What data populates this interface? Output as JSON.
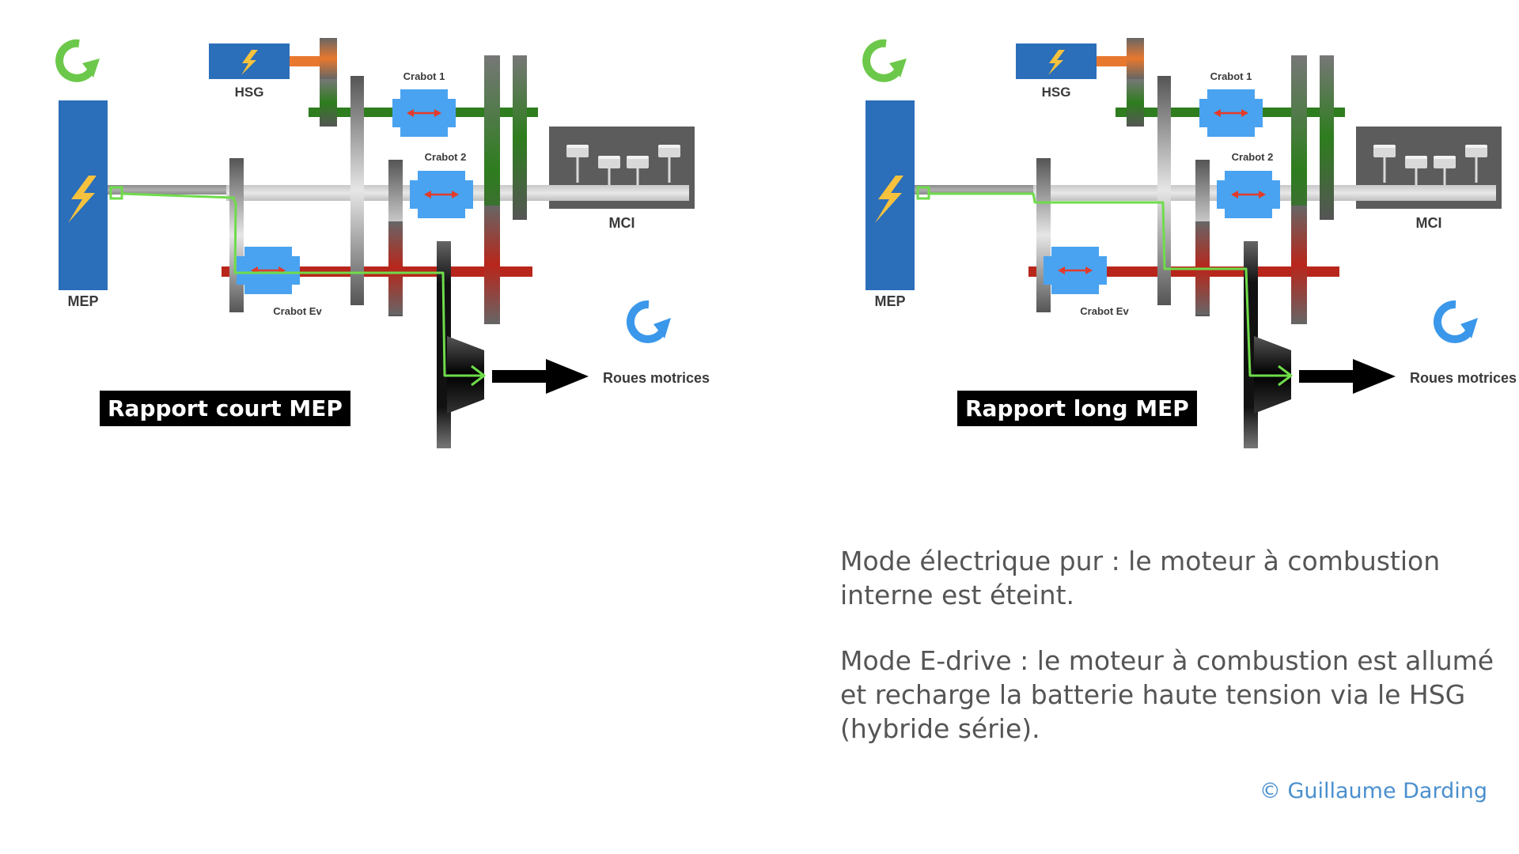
{
  "diagrams": [
    {
      "labels": {
        "motor": "MEP",
        "generator": "HSG",
        "engine": "MCI",
        "crabot1": "Crabot 1",
        "crabot2": "Crabot 2",
        "crabot_ev": "Crabot Ev",
        "wheels": "Roues motrices"
      },
      "mode_badge": "Rapport court MEP"
    },
    {
      "labels": {
        "motor": "MEP",
        "generator": "HSG",
        "engine": "MCI",
        "crabot1": "Crabot 1",
        "crabot2": "Crabot 2",
        "crabot_ev": "Crabot Ev",
        "wheels": "Roues motrices"
      },
      "mode_badge": "Rapport long MEP"
    }
  ],
  "description": {
    "paragraph1": "Mode électrique pur : le moteur à combustion interne est éteint.",
    "paragraph2": "Mode E-drive : le moteur à combustion est allumé et recharge la batterie haute tension via le HSG (hybride série)."
  },
  "copyright": "© Guillaume Darding",
  "colors": {
    "motor_blue": "#2b6eb9",
    "crabot_blue": "#4aa3f0",
    "generator_orange": "#e8782e",
    "gear_green": "#2e7d1e",
    "gear_red": "#b8261b",
    "shaft_gray": "#d4d4d4",
    "engine_gray": "#5c5c5c",
    "power_flow_green": "#6fdc4a",
    "rotation_green": "#6cc84a",
    "rotation_blue": "#3a97ea"
  }
}
